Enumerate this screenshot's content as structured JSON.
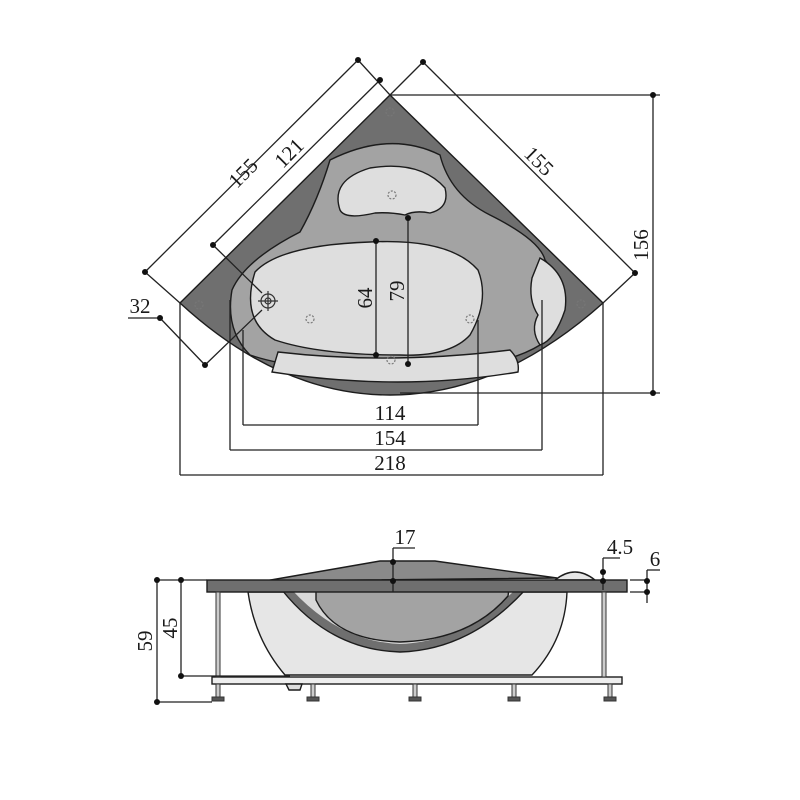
{
  "drawing": {
    "colors": {
      "rim": "#6f6f6f",
      "basin": "#a3a3a3",
      "seat": "#dedede",
      "panel": "#e6e6e6"
    },
    "top_view": {
      "side_length_left": "155",
      "inner_length": "121",
      "side_length_right": "155",
      "depth_overall": "156",
      "rim_offset": "32",
      "basin_width_inner": "64",
      "basin_width_outer": "79",
      "bottom_width": "114",
      "basin_width": "154",
      "overall_width": "218"
    },
    "side_view": {
      "headrest_height": "17",
      "pillow_height": "4.5",
      "rim_thickness": "6",
      "tub_depth": "45",
      "overall_height": "59"
    }
  }
}
